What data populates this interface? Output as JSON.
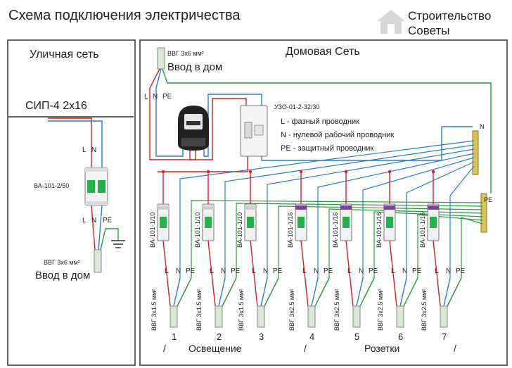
{
  "title": "Схема подключения электричества",
  "logo": {
    "line1": "Строительство",
    "line2": "Советы"
  },
  "street": {
    "title": "Уличная сеть",
    "cable": "СИП-4   2х16",
    "breaker": "ВА-101-2/50",
    "cable_in": "ВВГ 3х6 мм²",
    "input": "Ввод в дом"
  },
  "home": {
    "title": "Домовая Сеть",
    "cable_in": "ВВГ 3х6 мм²",
    "input": "Ввод в дом",
    "rcd": "УЗО-01-2-32/30",
    "bus_n": "N",
    "bus_pe": "PE"
  },
  "wire_labels": {
    "l": "L",
    "n": "N",
    "pe": "PE"
  },
  "legend": [
    "L - фазный проводник",
    "N - нулевой рабочий проводник",
    "PE - защитный проводник"
  ],
  "groups": [
    {
      "num": "1",
      "breaker": "ВА-101-1/10",
      "cable": "ВВГ 3х1.5 мм²"
    },
    {
      "num": "2",
      "breaker": "ВА-101-1/10",
      "cable": "ВВГ 3х1.5 мм²"
    },
    {
      "num": "3",
      "breaker": "ВА-101-1/10",
      "cable": "ВВГ 3х1.5 мм²"
    },
    {
      "num": "4",
      "breaker": "ВА-101-1/16",
      "cable": "ВВГ 3х2.5 мм²"
    },
    {
      "num": "5",
      "breaker": "ВА-101-1/16",
      "cable": "ВВГ 3х2.5 мм²"
    },
    {
      "num": "6",
      "breaker": "ВА-101-1/16",
      "cable": "ВВГ 3х2.5 мм²"
    },
    {
      "num": "7",
      "breaker": "ВА-101-1/16",
      "cable": "ВВГ 3х2.5 мм²"
    }
  ],
  "footer": {
    "lighting": "Освещение",
    "sockets": "Розетки",
    "sep": "/"
  },
  "colors": {
    "phase": "#d42020",
    "neutral": "#2a7bd4",
    "pe": "#2a9a3a",
    "breaker": "#22b14c",
    "breaker16": "#7a3fa0"
  }
}
